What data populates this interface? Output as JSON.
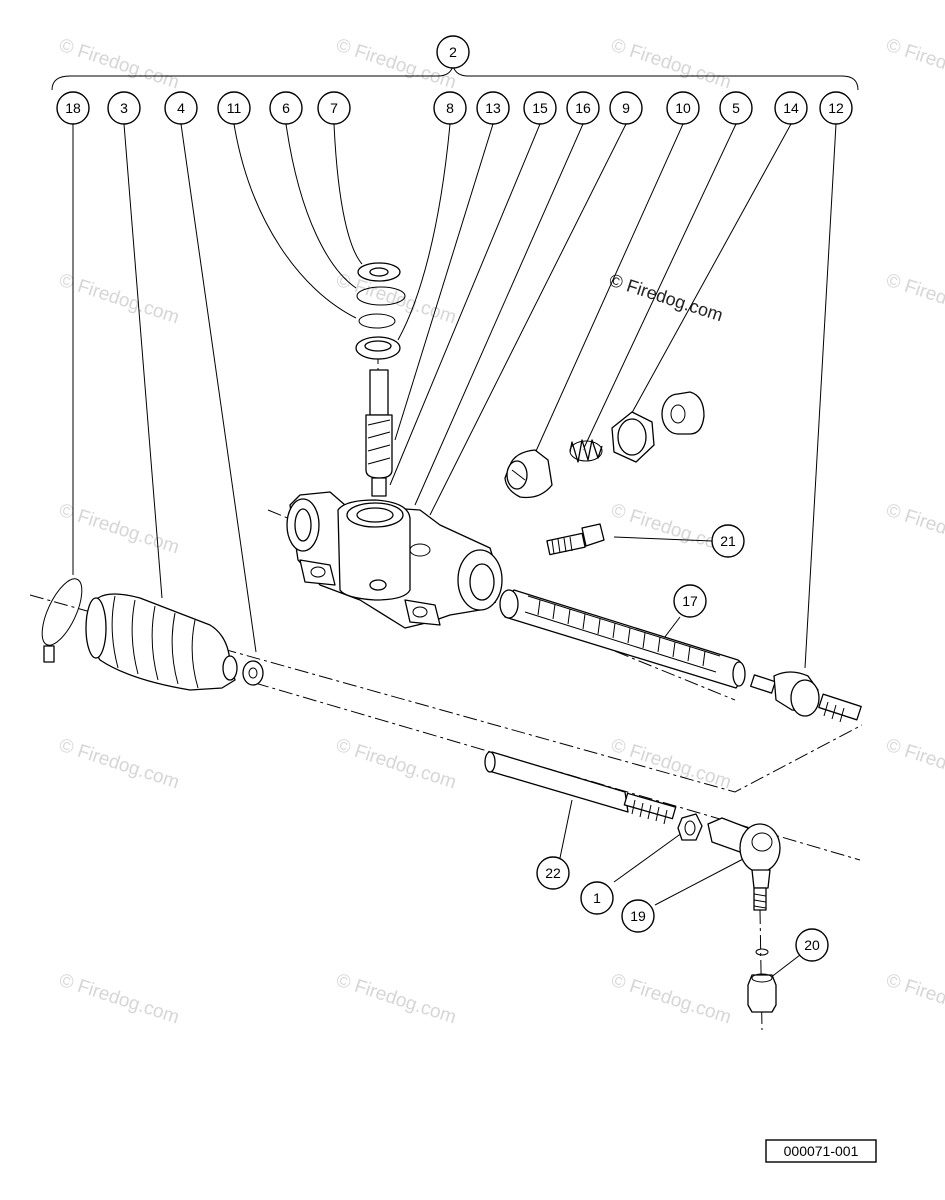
{
  "watermark": {
    "text": "© Firedog.com"
  },
  "reference_number": "000071-001",
  "callouts": {
    "c1": "1",
    "c2": "2",
    "c3": "3",
    "c4": "4",
    "c5": "5",
    "c6": "6",
    "c7": "7",
    "c8": "8",
    "c9": "9",
    "c10": "10",
    "c11": "11",
    "c12": "12",
    "c13": "13",
    "c14": "14",
    "c15": "15",
    "c16": "16",
    "c17": "17",
    "c18": "18",
    "c19": "19",
    "c20": "20",
    "c21": "21",
    "c22": "22"
  }
}
